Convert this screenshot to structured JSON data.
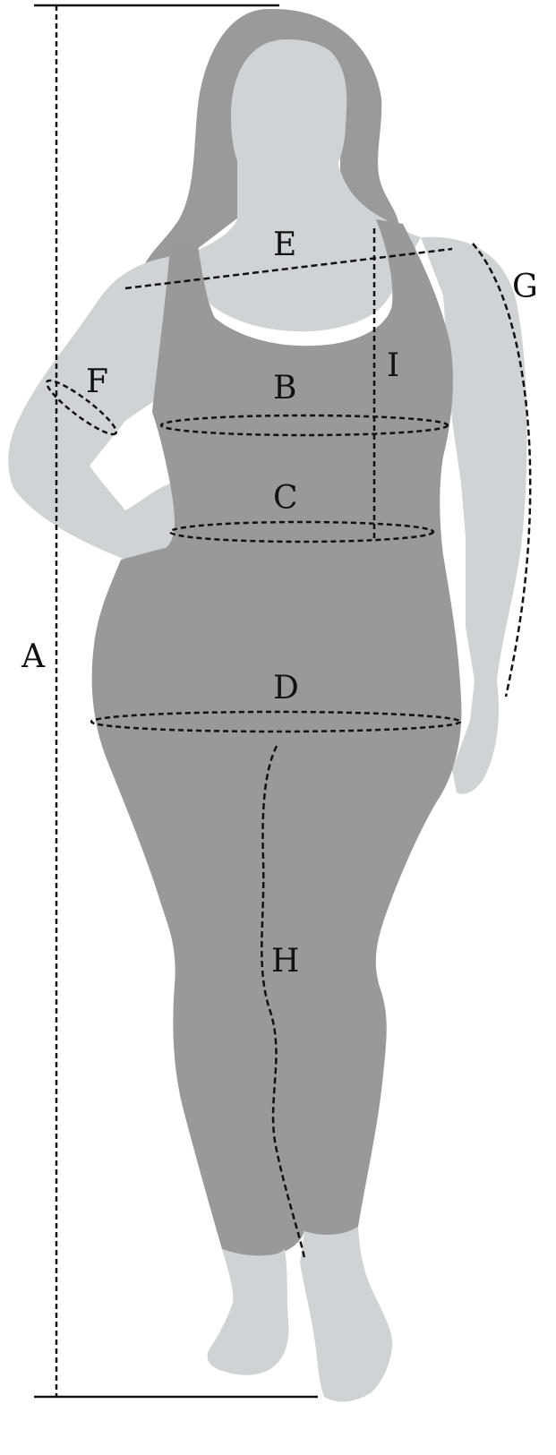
{
  "labels": {
    "A": "A",
    "B": "B",
    "C": "C",
    "D": "D",
    "E": "E",
    "F": "F",
    "G": "G",
    "H": "H",
    "I": "I"
  },
  "colors": {
    "garment": "#999999",
    "skin": "#d1d2d4",
    "hair": "#9a9a9a",
    "line": "#111111",
    "background": "#ffffff"
  }
}
